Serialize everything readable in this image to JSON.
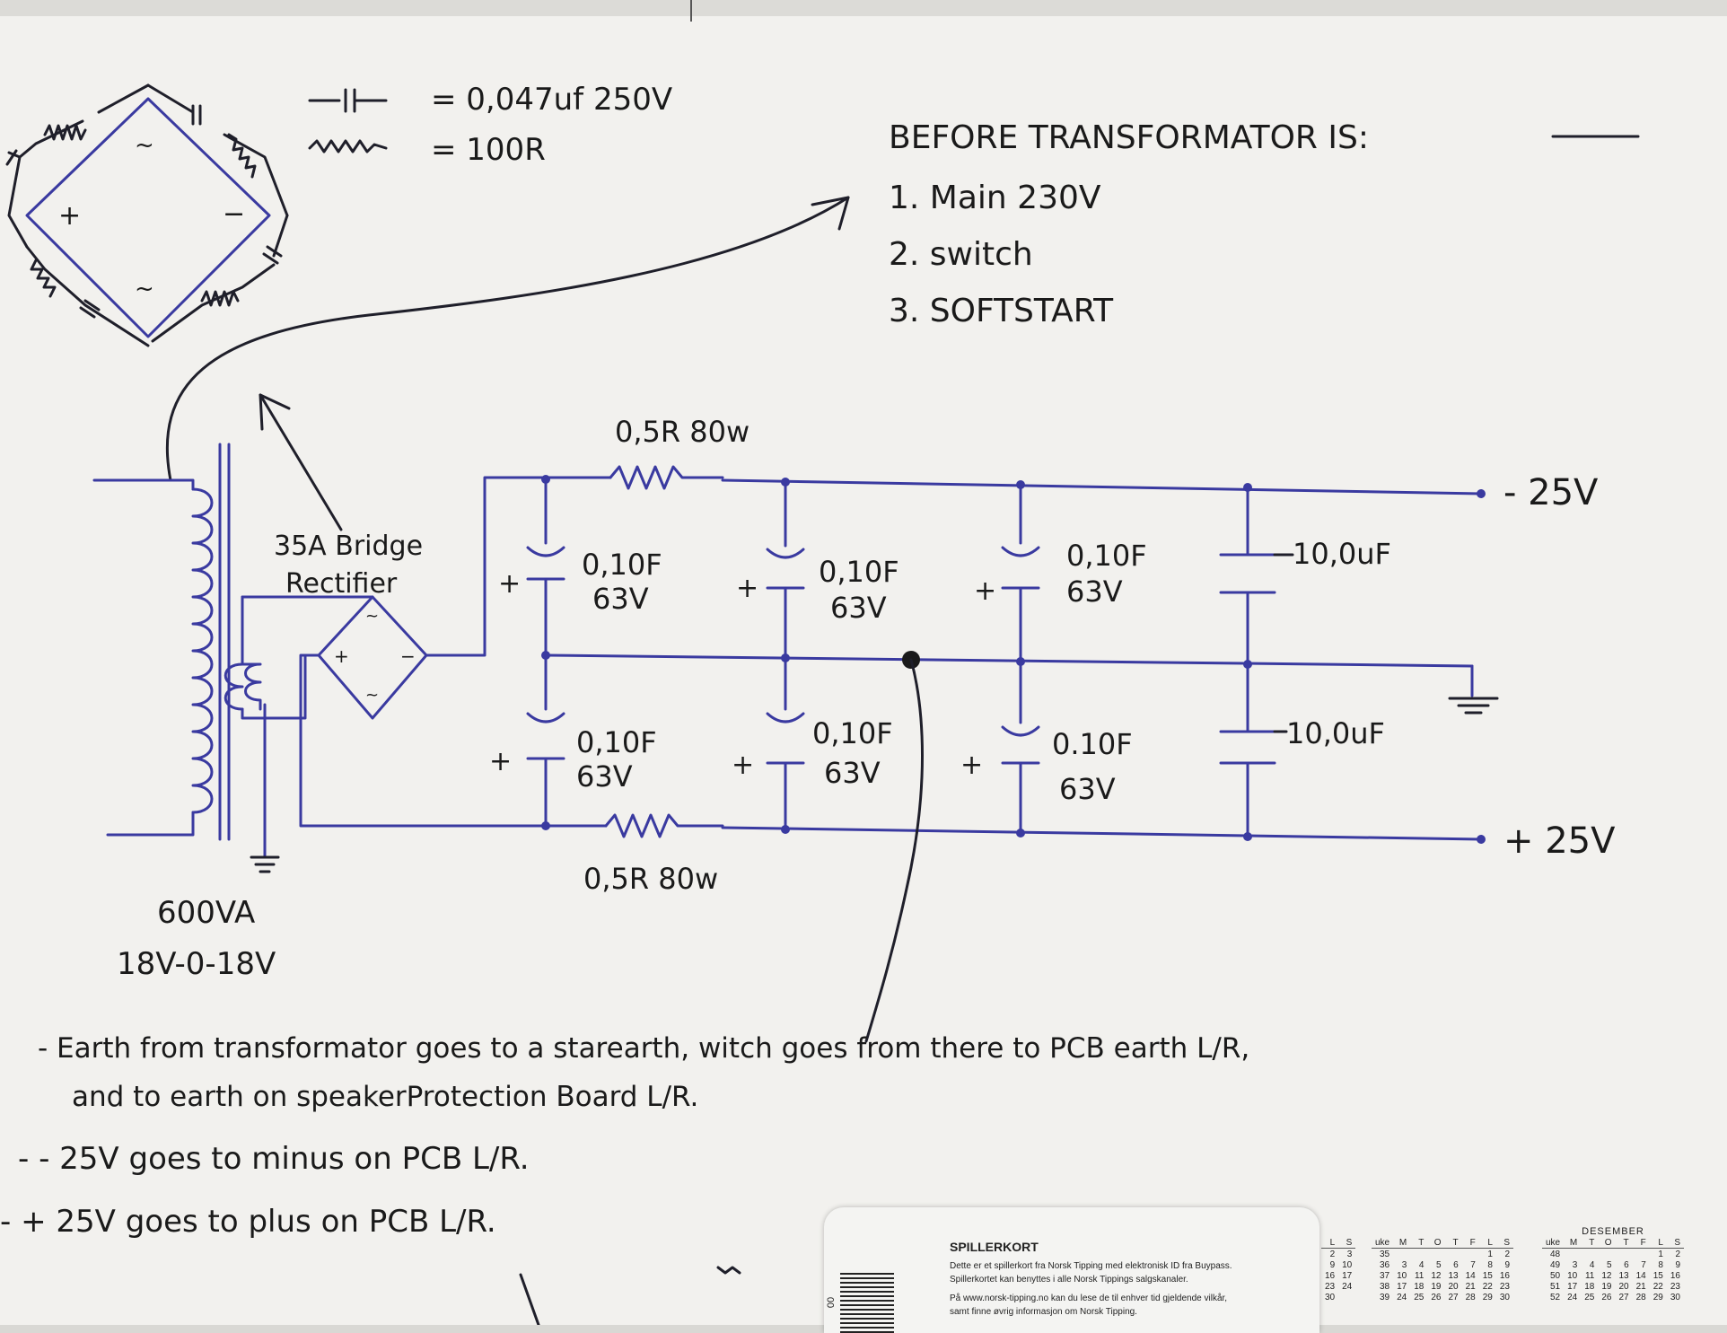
{
  "legend": {
    "capacitor_value": "= 0,047uf  250V",
    "resistor_value": "= 100R"
  },
  "before_transformer": {
    "heading": "BEFORE TRANSFORMATOR IS:",
    "item1": "1. Main 230V",
    "item2": "2. switch",
    "item3": "3. SOFTSTART"
  },
  "bridge": {
    "sym_ac": "~",
    "sym_plus": "+",
    "sym_minus": "−",
    "label_line1": "35A Bridge",
    "label_line2": "Rectifier"
  },
  "transformer": {
    "rating": "600VA",
    "voltage": "18V-0-18V"
  },
  "resistors": {
    "top_label": "0,5R  80w",
    "bottom_label": "0,5R  80w"
  },
  "capacitors": {
    "top_row": [
      {
        "value": "0,10F",
        "voltage": "63V"
      },
      {
        "value": "0,10F",
        "voltage": "63V"
      },
      {
        "value": "0,10F",
        "voltage": "63V"
      }
    ],
    "bottom_row": [
      {
        "value": "0,10F",
        "voltage": "63V"
      },
      {
        "value": "0,10F",
        "voltage": "63V"
      },
      {
        "value": "0.10F",
        "voltage": "63V"
      }
    ],
    "film_top": "10,0uF",
    "film_bottom": "10,0uF",
    "plus_sign": "+"
  },
  "outputs": {
    "negative": "- 25V",
    "positive": "+ 25V"
  },
  "notes": {
    "line1": "- Earth from transformator goes to a starearth, witch goes from there to PCB earth L/R,",
    "line2": "and to earth on speakerProtection Board L/R.",
    "line3": "-   - 25V goes to minus on PCB  L/R.",
    "line4": "-   + 25V goes to plus on  PCB  L/R."
  },
  "card": {
    "title": "SPILLERKORT",
    "text1": "Dette er et spillerkort fra Norsk Tipping med elektronisk ID fra Buypass.",
    "text2": "Spillerkortet kan benyttes i alle Norsk Tippings salgskanaler.",
    "text3": "På www.norsk-tipping.no kan du lese de til enhver tid gjeldende vilkår,",
    "text4": "samt finne øvrig informasjon om Norsk Tipping.",
    "barcode_text": "00"
  },
  "calendar": {
    "month_right": "DESEMBER",
    "headers": [
      "uke",
      "M",
      "T",
      "O",
      "T",
      "F",
      "L",
      "S"
    ],
    "left_header": [
      "L",
      "S"
    ],
    "left_rows": [
      [
        "2",
        "3"
      ],
      [
        "9",
        "10"
      ],
      [
        "16",
        "17"
      ],
      [
        "23",
        "24"
      ],
      [
        "30",
        ""
      ]
    ],
    "mid_rows": [
      [
        "35",
        "",
        "",
        "",
        "",
        "",
        "1",
        "2"
      ],
      [
        "36",
        "3",
        "4",
        "5",
        "6",
        "7",
        "8",
        "9"
      ],
      [
        "37",
        "10",
        "11",
        "12",
        "13",
        "14",
        "15",
        "16"
      ],
      [
        "38",
        "17",
        "18",
        "19",
        "20",
        "21",
        "22",
        "23"
      ],
      [
        "39",
        "24",
        "25",
        "26",
        "27",
        "28",
        "29",
        "30"
      ]
    ],
    "right_rows": [
      [
        "48",
        "",
        "",
        "",
        "",
        "",
        "1",
        "2"
      ],
      [
        "49",
        "3",
        "4",
        "5",
        "6",
        "7",
        "8",
        "9"
      ],
      [
        "50",
        "10",
        "11",
        "12",
        "13",
        "14",
        "15",
        "16"
      ],
      [
        "51",
        "17",
        "18",
        "19",
        "20",
        "21",
        "22",
        "23"
      ],
      [
        "52",
        "24",
        "25",
        "26",
        "27",
        "28",
        "29",
        "30"
      ]
    ]
  }
}
